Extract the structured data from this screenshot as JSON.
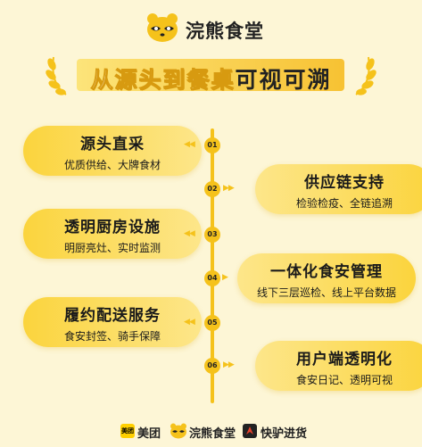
{
  "header": {
    "brand_name": "浣熊食堂"
  },
  "title": {
    "part1": "从源头到餐桌",
    "part2": "可视可溯"
  },
  "timeline": [
    {
      "num": "01",
      "side": "left",
      "title": "源头直采",
      "subtitle": "优质供给、大牌食材"
    },
    {
      "num": "02",
      "side": "right",
      "title": "供应链支持",
      "subtitle": "检验检疫、全链追溯"
    },
    {
      "num": "03",
      "side": "left",
      "title": "透明厨房设施",
      "subtitle": "明厨亮灶、实时监测"
    },
    {
      "num": "04",
      "side": "right",
      "title": "一体化食安管理",
      "subtitle": "线下三层巡检、线上平台数据"
    },
    {
      "num": "05",
      "side": "left",
      "title": "履约配送服务",
      "subtitle": "食安封签、骑手保障"
    },
    {
      "num": "06",
      "side": "right",
      "title": "用户端透明化",
      "subtitle": "食安日记、透明可视"
    }
  ],
  "footer": {
    "meituan_icon_text": "美团",
    "meituan": "美团",
    "huanxiong": "浣熊食堂",
    "kuailv": "快驴进货"
  },
  "colors": {
    "accent": "#f5c21b",
    "background": "#fdf6d6"
  }
}
